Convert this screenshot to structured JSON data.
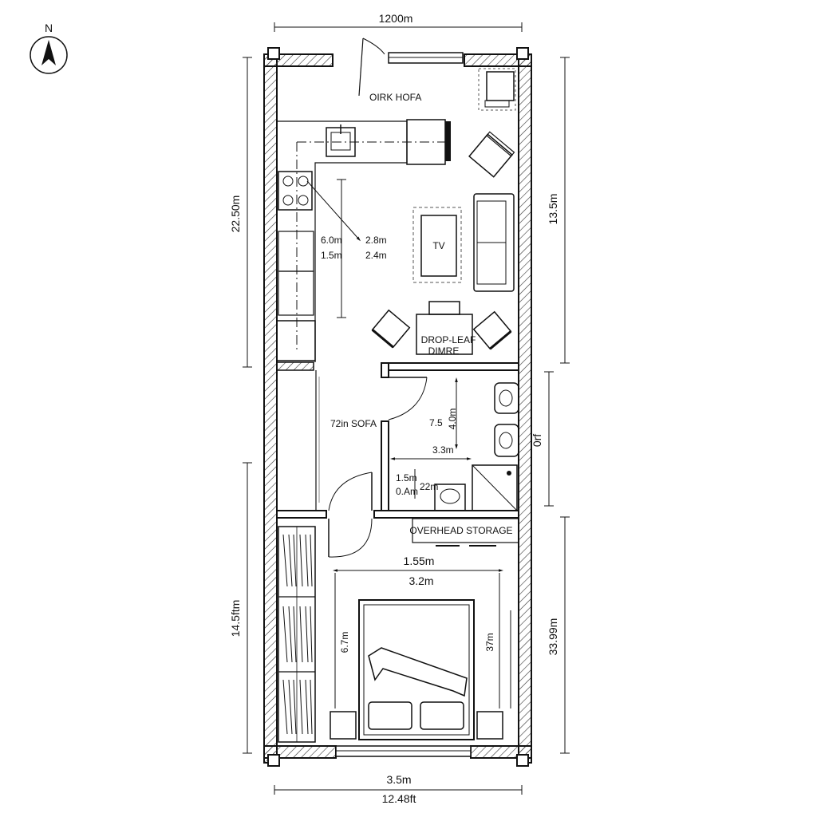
{
  "compass": {
    "north_label": "N"
  },
  "dimensions": {
    "top_width": "1200m",
    "bottom_width_metric": "3.5m",
    "bottom_width_imperial": "12.48ft",
    "left_upper": "22.50m",
    "left_lower": "14.5ftm",
    "right_upper": "13.5m",
    "right_middle": "0rf",
    "right_lower": "33.99m"
  },
  "rooms": {
    "top_area": "OIRK HOFA",
    "tv": "TV",
    "dining_line1": "DROP-LEAF",
    "dining_line2": "DIMRE",
    "sofa": "72in SOFA",
    "storage": "OVERHEAD STORAGE"
  },
  "inner_dims": {
    "kitchen_a": "6.0m",
    "kitchen_b": "1.5m",
    "kitchen_c": "2.8m",
    "kitchen_d": "2.4m",
    "bath_a": "7.5",
    "bath_b": "3.3m",
    "bath_c": "1.5m",
    "bath_d": "0.Am",
    "bath_e": "22m",
    "bath_v": "4.0m",
    "bed_width_a": "1.55m",
    "bed_width_b": "3.2m",
    "bed_height_left": "6.7m",
    "bed_height_right": "37m"
  }
}
